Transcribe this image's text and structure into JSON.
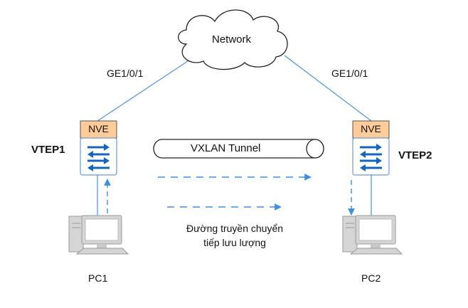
{
  "network": {
    "label": "Network"
  },
  "links": {
    "left_port": "GE1/0/1",
    "right_port": "GE1/0/1"
  },
  "vtep1": {
    "name": "VTEP1",
    "nve_label": "NVE"
  },
  "vtep2": {
    "name": "VTEP2",
    "nve_label": "NVE"
  },
  "tunnel": {
    "label": "VXLAN Tunnel"
  },
  "flow": {
    "caption_line1": "Đường truyền chuyển",
    "caption_line2": "tiếp lưu lượng"
  },
  "pc1": {
    "label": "PC1"
  },
  "pc2": {
    "label": "PC2"
  },
  "colors": {
    "link": "#4a90e2",
    "nve_fill": "#ffcc99",
    "nve_border": "#555555",
    "switch_border": "#6a9bd6",
    "arrow": "#1565c0",
    "flow_arrow": "#3d8fe0",
    "pc_gray": "#d5d5d5",
    "pc_dark": "#9a9a9a"
  }
}
